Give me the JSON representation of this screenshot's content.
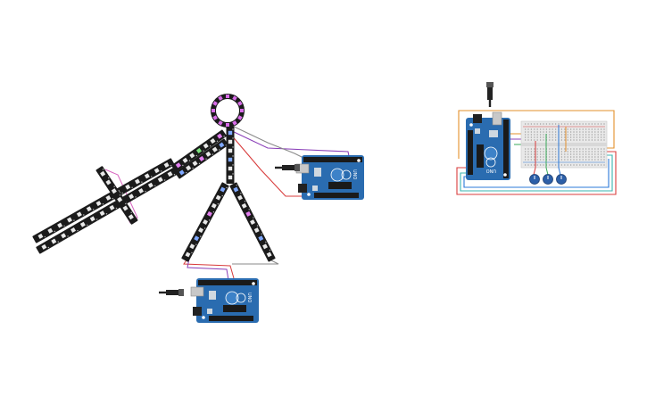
{
  "canvas": {
    "background": "#ffffff"
  },
  "arduino": {
    "brand_text": "UNO",
    "board_color": "#2a6cb0",
    "header_color": "#1a1a1a"
  },
  "colors": {
    "strip": "#1b1b1b",
    "led_off": "#e8e8e8",
    "led_pink": "#e37ff0",
    "led_green": "#7fe37f",
    "led_blue": "#7fa8ff",
    "ring_body": "#1b1b1b",
    "ring_led": "#d86ce8",
    "wire_purple": "#8a3fb8",
    "wire_red": "#d83c3c",
    "wire_gray": "#8a8a8a",
    "wire_orange": "#e3902b",
    "wire_green": "#3aaa5a",
    "wire_blue": "#2b78d8",
    "wire_teal": "#39b5b0",
    "pot": "#2c5fa8",
    "breadboard": "#e9e9e9"
  },
  "components": [
    {
      "name": "neopixel-ring",
      "type": "ring"
    },
    {
      "name": "neopixel-strip-arm",
      "type": "strip"
    },
    {
      "name": "neopixel-strip-left-leg",
      "type": "strip"
    },
    {
      "name": "neopixel-strip-right-leg",
      "type": "strip"
    },
    {
      "name": "neopixel-strip-long-left",
      "type": "strip"
    },
    {
      "name": "neopixel-strip-cross",
      "type": "strip"
    },
    {
      "name": "arduino-right",
      "type": "arduino"
    },
    {
      "name": "arduino-bottom",
      "type": "arduino"
    },
    {
      "name": "arduino-far-right",
      "type": "arduino"
    },
    {
      "name": "breadboard",
      "type": "breadboard"
    },
    {
      "name": "potentiometer-1",
      "type": "pot"
    },
    {
      "name": "potentiometer-2",
      "type": "pot"
    },
    {
      "name": "potentiometer-3",
      "type": "pot"
    }
  ]
}
